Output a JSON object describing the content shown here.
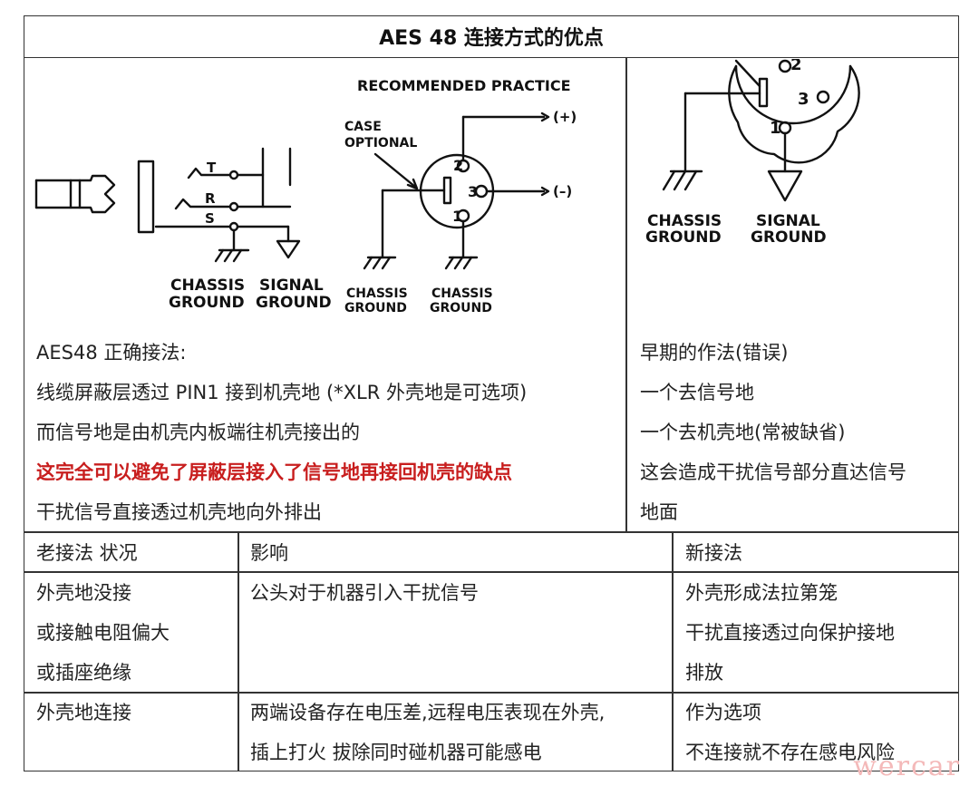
{
  "title": "AES 48 连接方式的优点",
  "diagram_left": {
    "practice_label": "RECOMMENDED PRACTICE",
    "case_optional_line1": "CASE",
    "case_optional_line2": "OPTIONAL",
    "plus": "(+)",
    "minus": "(–)",
    "pin1": "1",
    "pin2": "2",
    "pin3": "3",
    "t": "T",
    "r": "R",
    "s": "S",
    "chassis": "CHASSIS",
    "ground": "GROUND",
    "signal": "SIGNAL"
  },
  "diagram_right": {
    "pin1": "1",
    "pin2": "2",
    "pin3": "3",
    "chassis": "CHASSIS",
    "ground": "GROUND",
    "signal": "SIGNAL"
  },
  "left_notes": [
    "AES48 正确接法:",
    "线缆屏蔽层透过 PIN1  接到机壳地  (*XLR 外壳地是可选项)",
    "而信号地是由机壳内板端往机壳接出的",
    "这完全可以避免了屏蔽层接入了信号地再接回机壳的缺点",
    "干扰信号直接透过机壳地向外排出"
  ],
  "right_notes": [
    "早期的作法(错误)",
    "一个去信号地",
    "一个去机壳地(常被缺省)",
    "这会造成干扰信号部分直达信号",
    "地面"
  ],
  "table": {
    "headers": [
      "老接法  状况",
      "影响",
      "新接法"
    ],
    "rows": [
      {
        "old": [
          "外壳地没接",
          "或接触电阻偏大",
          "或插座绝缘"
        ],
        "effect": [
          "公头对于机器引入干扰信号"
        ],
        "new": [
          "外壳形成法拉第笼",
          "干扰直接透过向保护接地",
          "排放"
        ]
      },
      {
        "old": [
          "外壳地连接"
        ],
        "effect": [
          "两端设备存在电压差,远程电压表现在外壳,",
          "插上打火  拔除同时碰机器可能感电"
        ],
        "new": [
          "作为选项",
          "不连接就不存在感电风险"
        ]
      }
    ]
  },
  "watermark": "wercar"
}
